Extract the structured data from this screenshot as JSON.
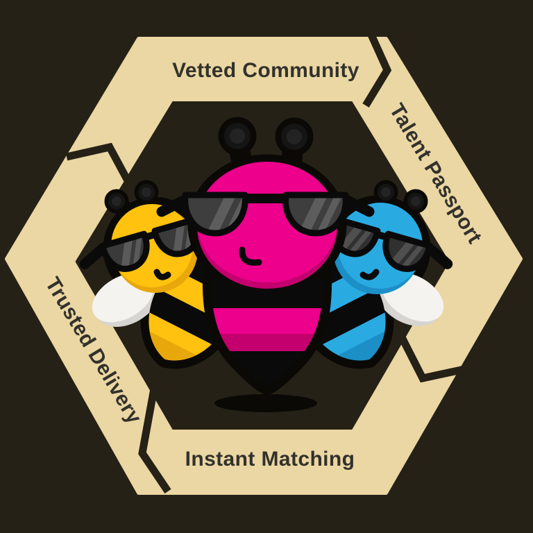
{
  "background_color": "#262116",
  "diagram": {
    "shape": "hexagon-cycle",
    "flow": "clockwise chevron arrows",
    "ribbon_color": "#EBD7A3",
    "label_color": "#32312C",
    "segments": [
      {
        "position": "top",
        "label": "Vetted Community"
      },
      {
        "position": "right",
        "label": "Talent Passport"
      },
      {
        "position": "bottom",
        "label": "Instant Matching"
      },
      {
        "position": "left",
        "label": "Trusted Delivery"
      }
    ]
  },
  "illustration": {
    "description": "three cartoon bees wearing sunglasses",
    "outline_color": "#0B0906",
    "shadow_color": "#0B0906",
    "wing_color": "#F4F3F0",
    "wing_shade_color": "#D7D5D1",
    "bees": {
      "left": {
        "name": "yellow-bee",
        "body_color": "#FFC20E",
        "shade_color": "#E8A70B",
        "lens_color": "#3A3A3A",
        "lens_stripe_color": "#5A5A5A"
      },
      "center": {
        "name": "pink-bee",
        "body_color": "#EC008C",
        "shade_color": "#C4006F",
        "lens_color": "#3E3E3E",
        "lens_stripe_color": "#5D5D5D"
      },
      "right": {
        "name": "blue-bee",
        "body_color": "#29ABE2",
        "shade_color": "#1B8FC6",
        "lens_color": "#303030",
        "lens_stripe_color": "#4F4F4F"
      }
    }
  }
}
